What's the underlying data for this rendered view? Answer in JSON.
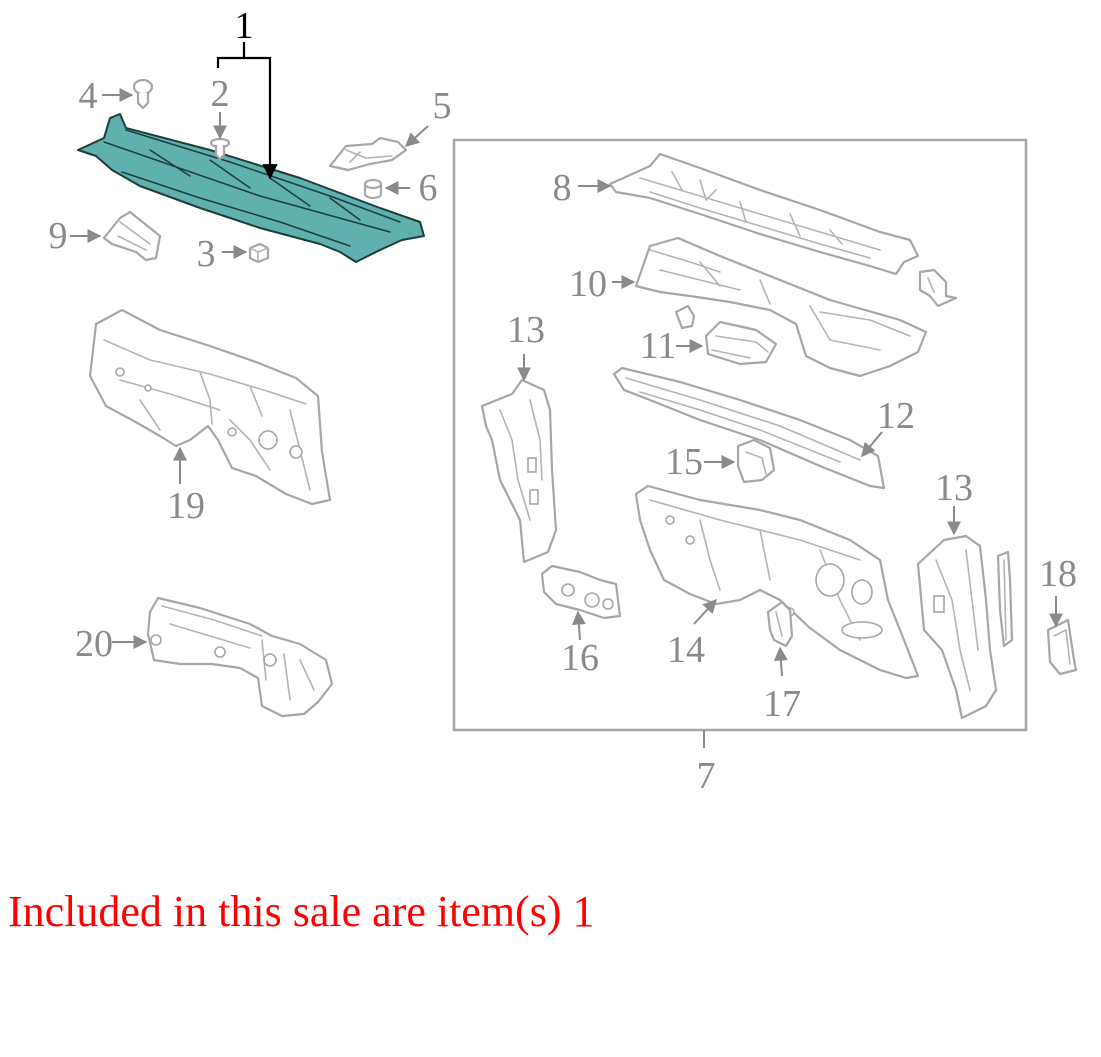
{
  "diagram": {
    "callouts": {
      "c1": "1",
      "c2": "2",
      "c3": "3",
      "c4": "4",
      "c5": "5",
      "c6": "6",
      "c7": "7",
      "c8": "8",
      "c9": "9",
      "c10": "10",
      "c11": "11",
      "c12": "12",
      "c13a": "13",
      "c13b": "13",
      "c14": "14",
      "c15": "15",
      "c16": "16",
      "c17": "17",
      "c18": "18",
      "c19": "19",
      "c20": "20"
    },
    "colors": {
      "highlight": "#5fb0ae",
      "part_outline": "#a6a6a6",
      "callout_text": "#8a8a8a",
      "note_text": "#ff0000"
    }
  },
  "note": {
    "text": "Included in this sale are item(s) 1"
  }
}
